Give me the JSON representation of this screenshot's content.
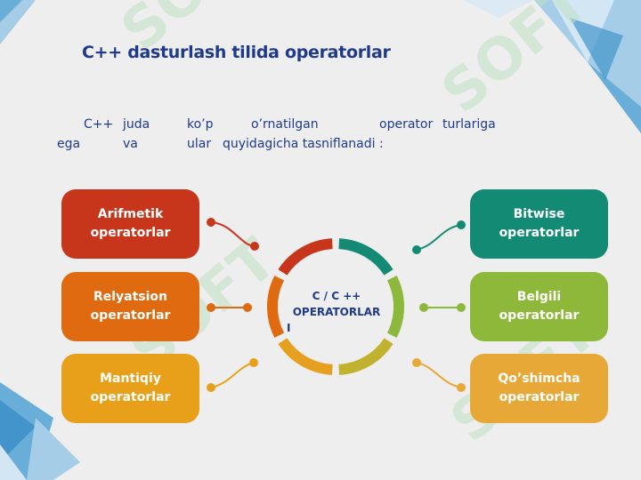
{
  "slide": {
    "title": "C++ dasturlash tilida operatorlar",
    "intro": {
      "line1": [
        "C++",
        "juda",
        "ko’p",
        "o’rnatilgan",
        "operator",
        "turlariga"
      ],
      "line2": [
        "ega",
        "va",
        "ular",
        "quyidagicha tasniflanadi :"
      ]
    },
    "center": {
      "line1": "C / C ++",
      "line2": "OPERATORLAR",
      "line3": "I"
    },
    "left_boxes": [
      {
        "line1": "Arifmetik",
        "line2": "operatorlar",
        "color": "#c7361b"
      },
      {
        "line1": "Relyatsion",
        "line2": "operatorlar",
        "color": "#e06a10"
      },
      {
        "line1": "Mantiqiy",
        "line2": "operatorlar",
        "color": "#e8a01a"
      }
    ],
    "right_boxes": [
      {
        "line1": "Bitwise",
        "line2": "operatorlar",
        "color": "#138a73"
      },
      {
        "line1": "Belgili",
        "line2": "operatorlar",
        "color": "#8db83a"
      },
      {
        "line1": "Qo’shimcha",
        "line2": "operatorlar",
        "color": "#e8a838"
      }
    ],
    "ring_colors": [
      "#148a74",
      "#8cb83c",
      "#c0b12e",
      "#e6a020",
      "#e06a10",
      "#c7361b"
    ],
    "watermark": "SOFT"
  }
}
